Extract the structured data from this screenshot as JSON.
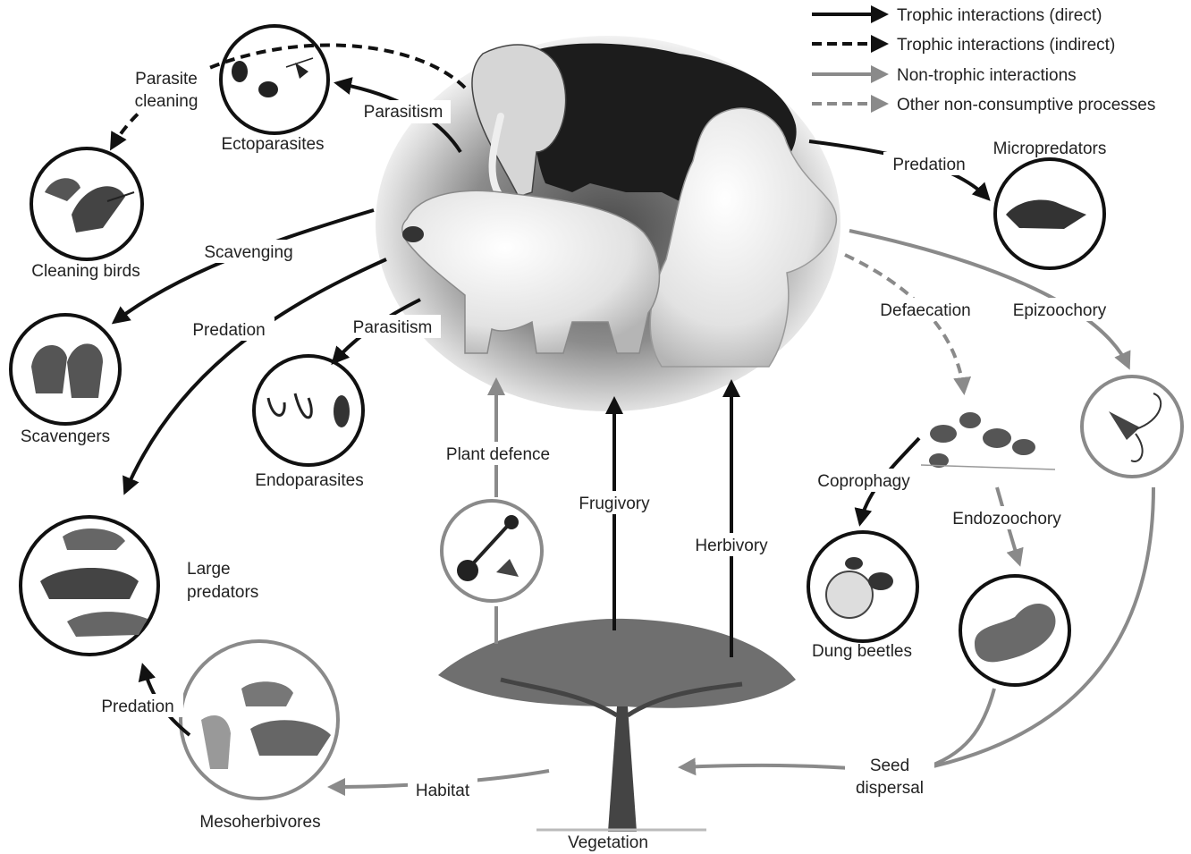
{
  "legend": {
    "direct": "Trophic interactions (direct)",
    "indirect": "Trophic interactions (indirect)",
    "nontrophic": "Non-trophic interactions",
    "other": "Other non-consumptive processes"
  },
  "nodes": {
    "ectoparasites": "Ectoparasites",
    "cleaning_birds": "Cleaning birds",
    "scavengers": "Scavengers",
    "endoparasites": "Endoparasites",
    "large_predators_1": "Large",
    "large_predators_2": "predators",
    "mesoherbivores": "Mesoherbivores",
    "vegetation": "Vegetation",
    "micropredators": "Micropredators",
    "dung_beetles": "Dung beetles"
  },
  "interactions": {
    "parasite_cleaning_1": "Parasite",
    "parasite_cleaning_2": "cleaning",
    "parasitism_ecto": "Parasitism",
    "scavenging": "Scavenging",
    "predation_large": "Predation",
    "parasitism_endo": "Parasitism",
    "predation_meso": "Predation",
    "habitat": "Habitat",
    "plant_defence": "Plant defence",
    "frugivory": "Frugivory",
    "herbivory": "Herbivory",
    "predation_micro": "Predation",
    "defaecation": "Defaecation",
    "epizoochory": "Epizoochory",
    "coprophagy": "Coprophagy",
    "endozoochory": "Endozoochory",
    "seed_dispersal_1": "Seed",
    "seed_dispersal_2": "dispersal"
  },
  "colors": {
    "direct": "#111111",
    "nontrophic": "#8a8a8a"
  }
}
